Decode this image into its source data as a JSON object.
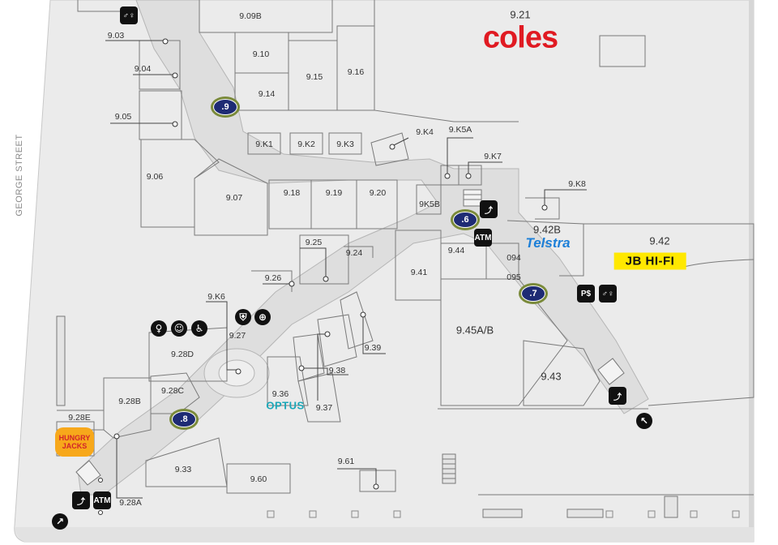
{
  "street": "GEORGE STREET",
  "brands": {
    "coles": "coles",
    "telstra": "Telstra",
    "optus": "OPTUS",
    "jbhifi": "JB HI-FI",
    "hungry_line1": "HUNGRY",
    "hungry_line2": "JACKS"
  },
  "units": {
    "u921": "9.21",
    "u909b": "9.09B",
    "u910": "9.10",
    "u915": "9.15",
    "u916": "9.16",
    "u914": "9.14",
    "u903": "9.03",
    "u904": "9.04",
    "u905": "9.05",
    "u906": "9.06",
    "u907": "9.07",
    "u918": "9.18",
    "u919": "9.19",
    "u920": "9.20",
    "k1": "9.K1",
    "k2": "9.K2",
    "k3": "9.K3",
    "k4": "9.K4",
    "k5a": "9.K5A",
    "k5b": "9K5B",
    "k6": "9.K6",
    "k7": "9.K7",
    "k8": "9.K8",
    "u942b": "9.42B",
    "u942": "9.42",
    "u925": "9.25",
    "u924": "9.24",
    "u926": "9.26",
    "u941": "9.41",
    "u944": "9.44",
    "u094": "094",
    "u095": "095",
    "u927": "9.27",
    "u928d": "9.28D",
    "u939": "9.39",
    "u945ab": "9.45A/B",
    "u938": "9.38",
    "u943": "9.43",
    "u936": "9.36",
    "u937": "9.37",
    "u928c": "9.28C",
    "u928b": "9.28B",
    "u928e": "9.28E",
    "u933": "9.33",
    "u960": "9.60",
    "u961": "9.61",
    "u928a": "9.28A"
  },
  "badges": {
    "b9": ".9",
    "b6": ".6",
    "b7": ".7",
    "b8": ".8"
  },
  "icons": {
    "atm": "ATM",
    "parking": "P$",
    "escalator": "escalator-icon",
    "toilet": "toilet-icon",
    "arrow": "arrow-icon",
    "accessible": "accessible-icon",
    "baby": "baby-change-icon",
    "security": "security-icon",
    "info": "info-icon"
  },
  "colors": {
    "tenant": "#e9e9e9",
    "walkway": "#dcdcdc",
    "outline": "#6a6a6a",
    "badge_fill": "#1e2b74",
    "badge_ring": "#7a8a3a",
    "coles": "#e01a22",
    "jbhifi": "#ffe800"
  }
}
